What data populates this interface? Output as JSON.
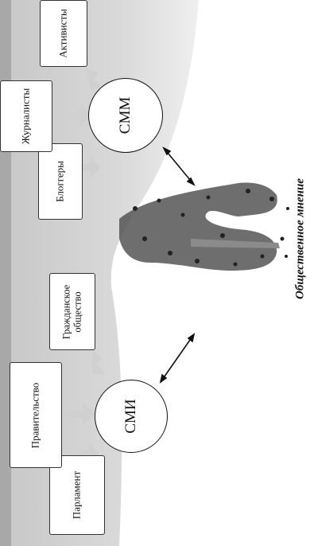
{
  "diagram": {
    "left_group": {
      "center": "СМИ",
      "sources": [
        "Парламент",
        "Правительство",
        "Гражданское\nобщество"
      ]
    },
    "right_group": {
      "center": "СММ",
      "sources": [
        "Блоггеры",
        "Журналисты",
        "Активисты"
      ]
    },
    "caption": "Общественное мнение"
  }
}
